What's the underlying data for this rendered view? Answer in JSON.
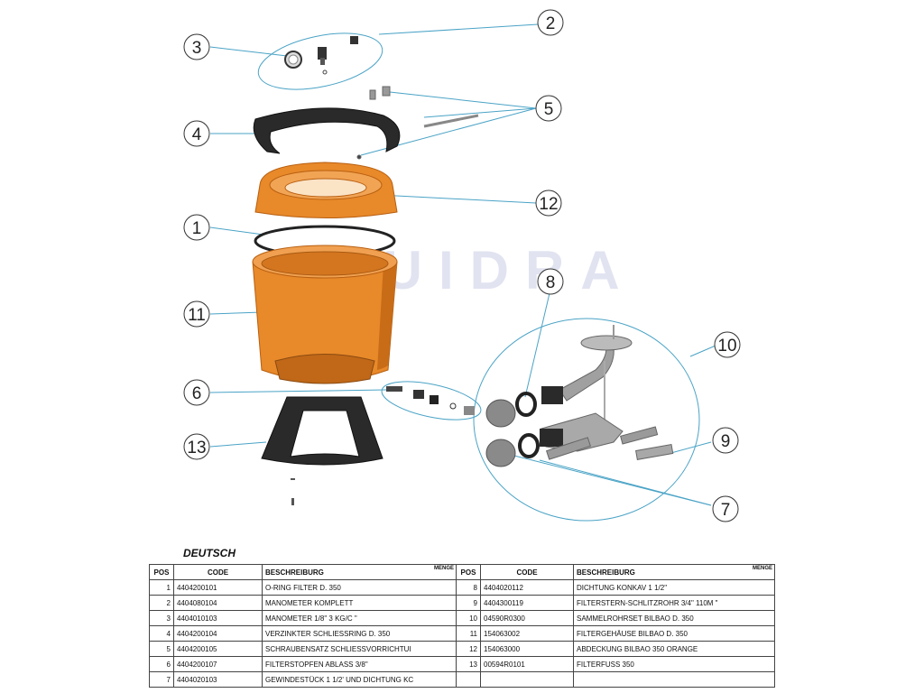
{
  "watermark": "FLUIDRA",
  "callouts": [
    "1",
    "2",
    "3",
    "4",
    "5",
    "6",
    "7",
    "8",
    "9",
    "10",
    "11",
    "12",
    "13"
  ],
  "colors": {
    "tank": "#e8892a",
    "tank_dark": "#b85f10",
    "black_part": "#2a2a2a",
    "leader": "#4aa3c6",
    "grey_part": "#8a8a8a"
  },
  "section_title": "DEUTSCH",
  "table": {
    "headers": {
      "pos": "POS",
      "code": "CODE",
      "desc": "BESCHREIBURG",
      "qty": "MENGE"
    },
    "left": [
      {
        "pos": "1",
        "code": "4404200101",
        "desc": "O-RING FILTER D. 350"
      },
      {
        "pos": "2",
        "code": "4404080104",
        "desc": "MANOMETER KOMPLETT"
      },
      {
        "pos": "3",
        "code": "4404010103",
        "desc": "MANOMETER 1/8\" 3 KG/C \""
      },
      {
        "pos": "4",
        "code": "4404200104",
        "desc": "VERZINKTER SCHLIESSRING D. 350"
      },
      {
        "pos": "5",
        "code": "4404200105",
        "desc": "SCHRAUBENSATZ SCHLIESSVORRICHTUI"
      },
      {
        "pos": "6",
        "code": "4404200107",
        "desc": "FILTERSTOPFEN ABLASS 3/8\""
      },
      {
        "pos": "7",
        "code": "4404020103",
        "desc": "GEWINDESTÜCK 1 1/2' UND DICHTUNG KC"
      }
    ],
    "right": [
      {
        "pos": "8",
        "code": "4404020112",
        "desc": "DICHTUNG KONKAV 1 1/2\""
      },
      {
        "pos": "9",
        "code": "4404300119",
        "desc": "FILTERSTERN-SCHLITZROHR 3/4\" 110M \""
      },
      {
        "pos": "10",
        "code": "04590R0300",
        "desc": "SAMMELROHRSET BILBAO D. 350"
      },
      {
        "pos": "11",
        "code": "154063002",
        "desc": "FILTERGEHÄUSE BILBAO D. 350"
      },
      {
        "pos": "12",
        "code": "154063000",
        "desc": "ABDECKUNG BILBAO 350 ORANGE"
      },
      {
        "pos": "13",
        "code": "00594R0101",
        "desc": "FILTERFUSS 350"
      },
      {
        "pos": "",
        "code": "",
        "desc": ""
      }
    ]
  }
}
